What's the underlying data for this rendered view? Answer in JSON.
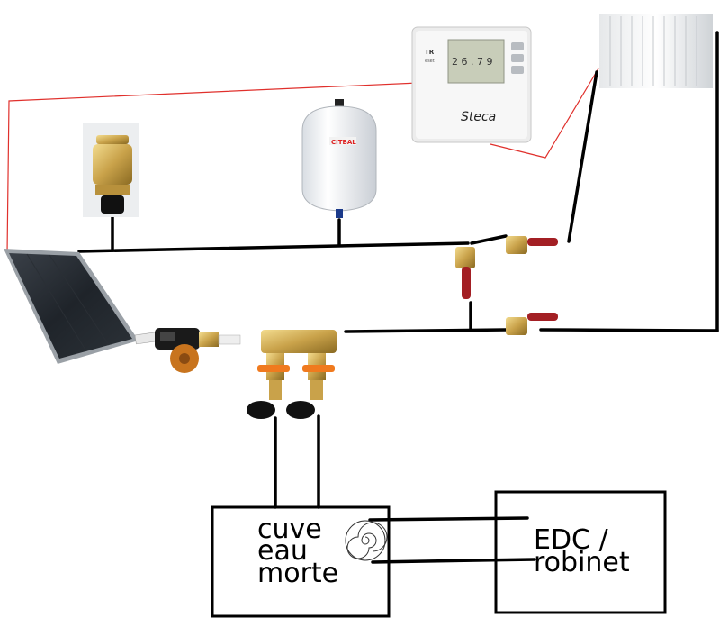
{
  "diagram": {
    "tank_label_lines": [
      "cuve",
      "eau",
      "morte"
    ],
    "tap_label_lines": [
      "EDC /",
      "robinet"
    ],
    "thermostat": {
      "model": "TR",
      "model_sub": "eset",
      "display": "2 6 . 7 9",
      "brand": "Steca"
    },
    "expansion_vessel_brand": "CITBAL",
    "colors": {
      "pipe": "#000000",
      "wire": "#e0302c",
      "valve_handle": "#a31f24",
      "manifold_handle": "#f07a1e",
      "brass": "#c9a24a"
    }
  }
}
